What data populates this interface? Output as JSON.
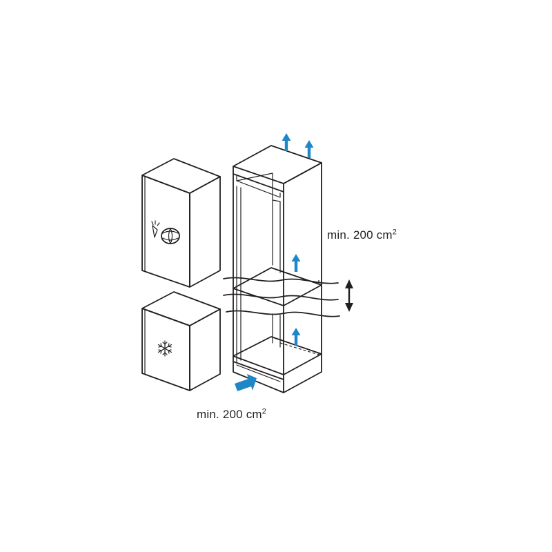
{
  "labels": {
    "top_vent": {
      "text": "min. 200 cm",
      "superscript": "2"
    },
    "bottom_vent": {
      "text": "min. 200 cm",
      "superscript": "2"
    }
  },
  "colors": {
    "line": "#231f20",
    "airflow_arrow": "#1f87c8",
    "background": "#ffffff"
  },
  "icons": {
    "fridge_door_symbol": "carrot-and-cabbage-icon",
    "freezer_door_symbol": "snowflake-icon",
    "height_adjust": "double-headed-vertical-arrow-icon"
  }
}
